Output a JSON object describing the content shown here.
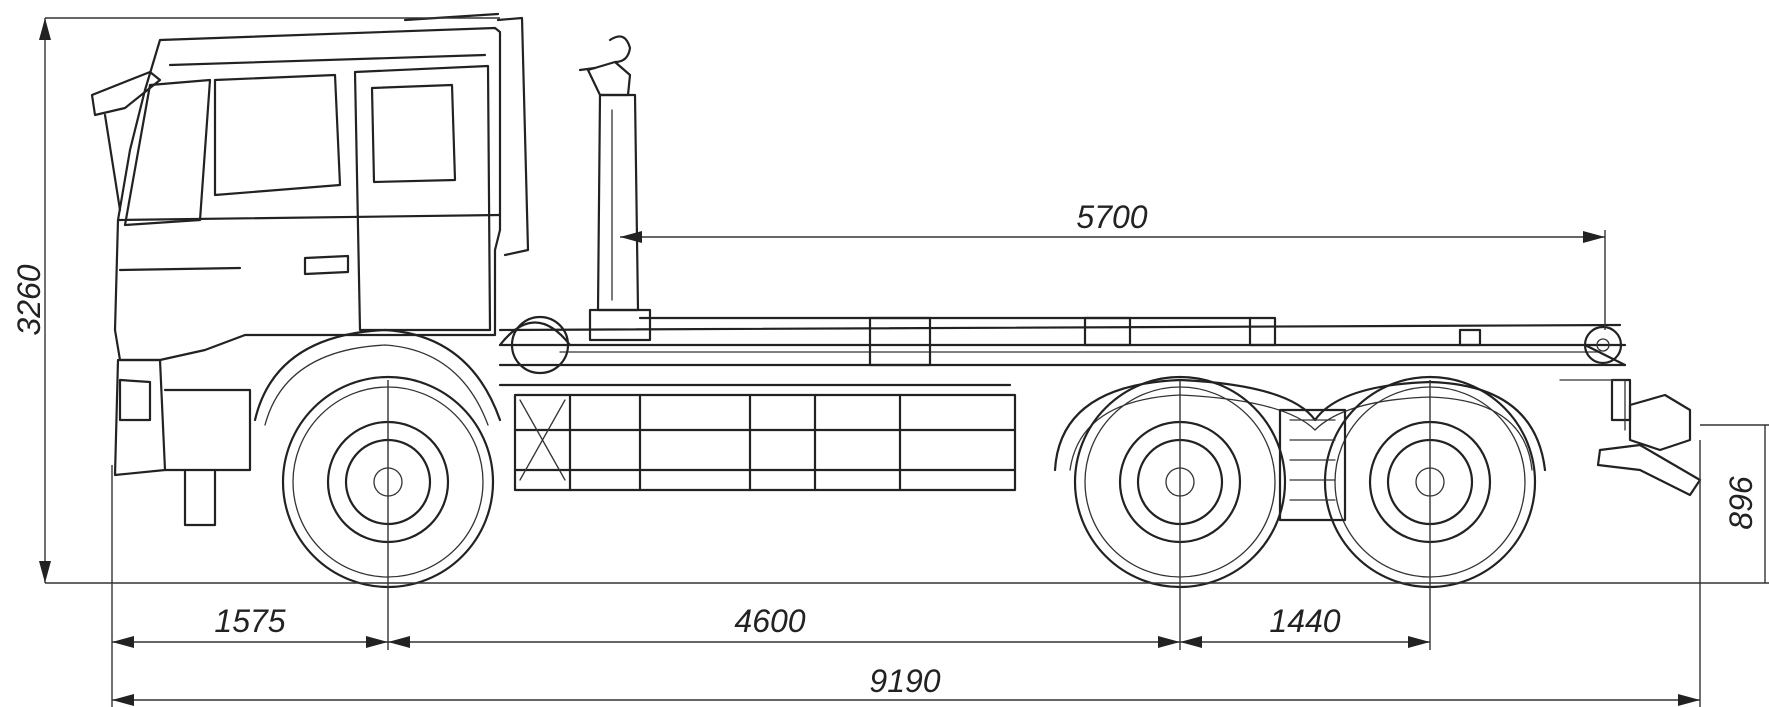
{
  "drawing": {
    "subject": "hooklift truck chassis, side view",
    "dimensions": {
      "overall_height": "3260",
      "hook_reach": "5700",
      "hitch_height": "896",
      "front_overhang": "1575",
      "wheelbase": "4600",
      "rear_axle_spacing": "1440",
      "overall_length": "9190"
    }
  }
}
